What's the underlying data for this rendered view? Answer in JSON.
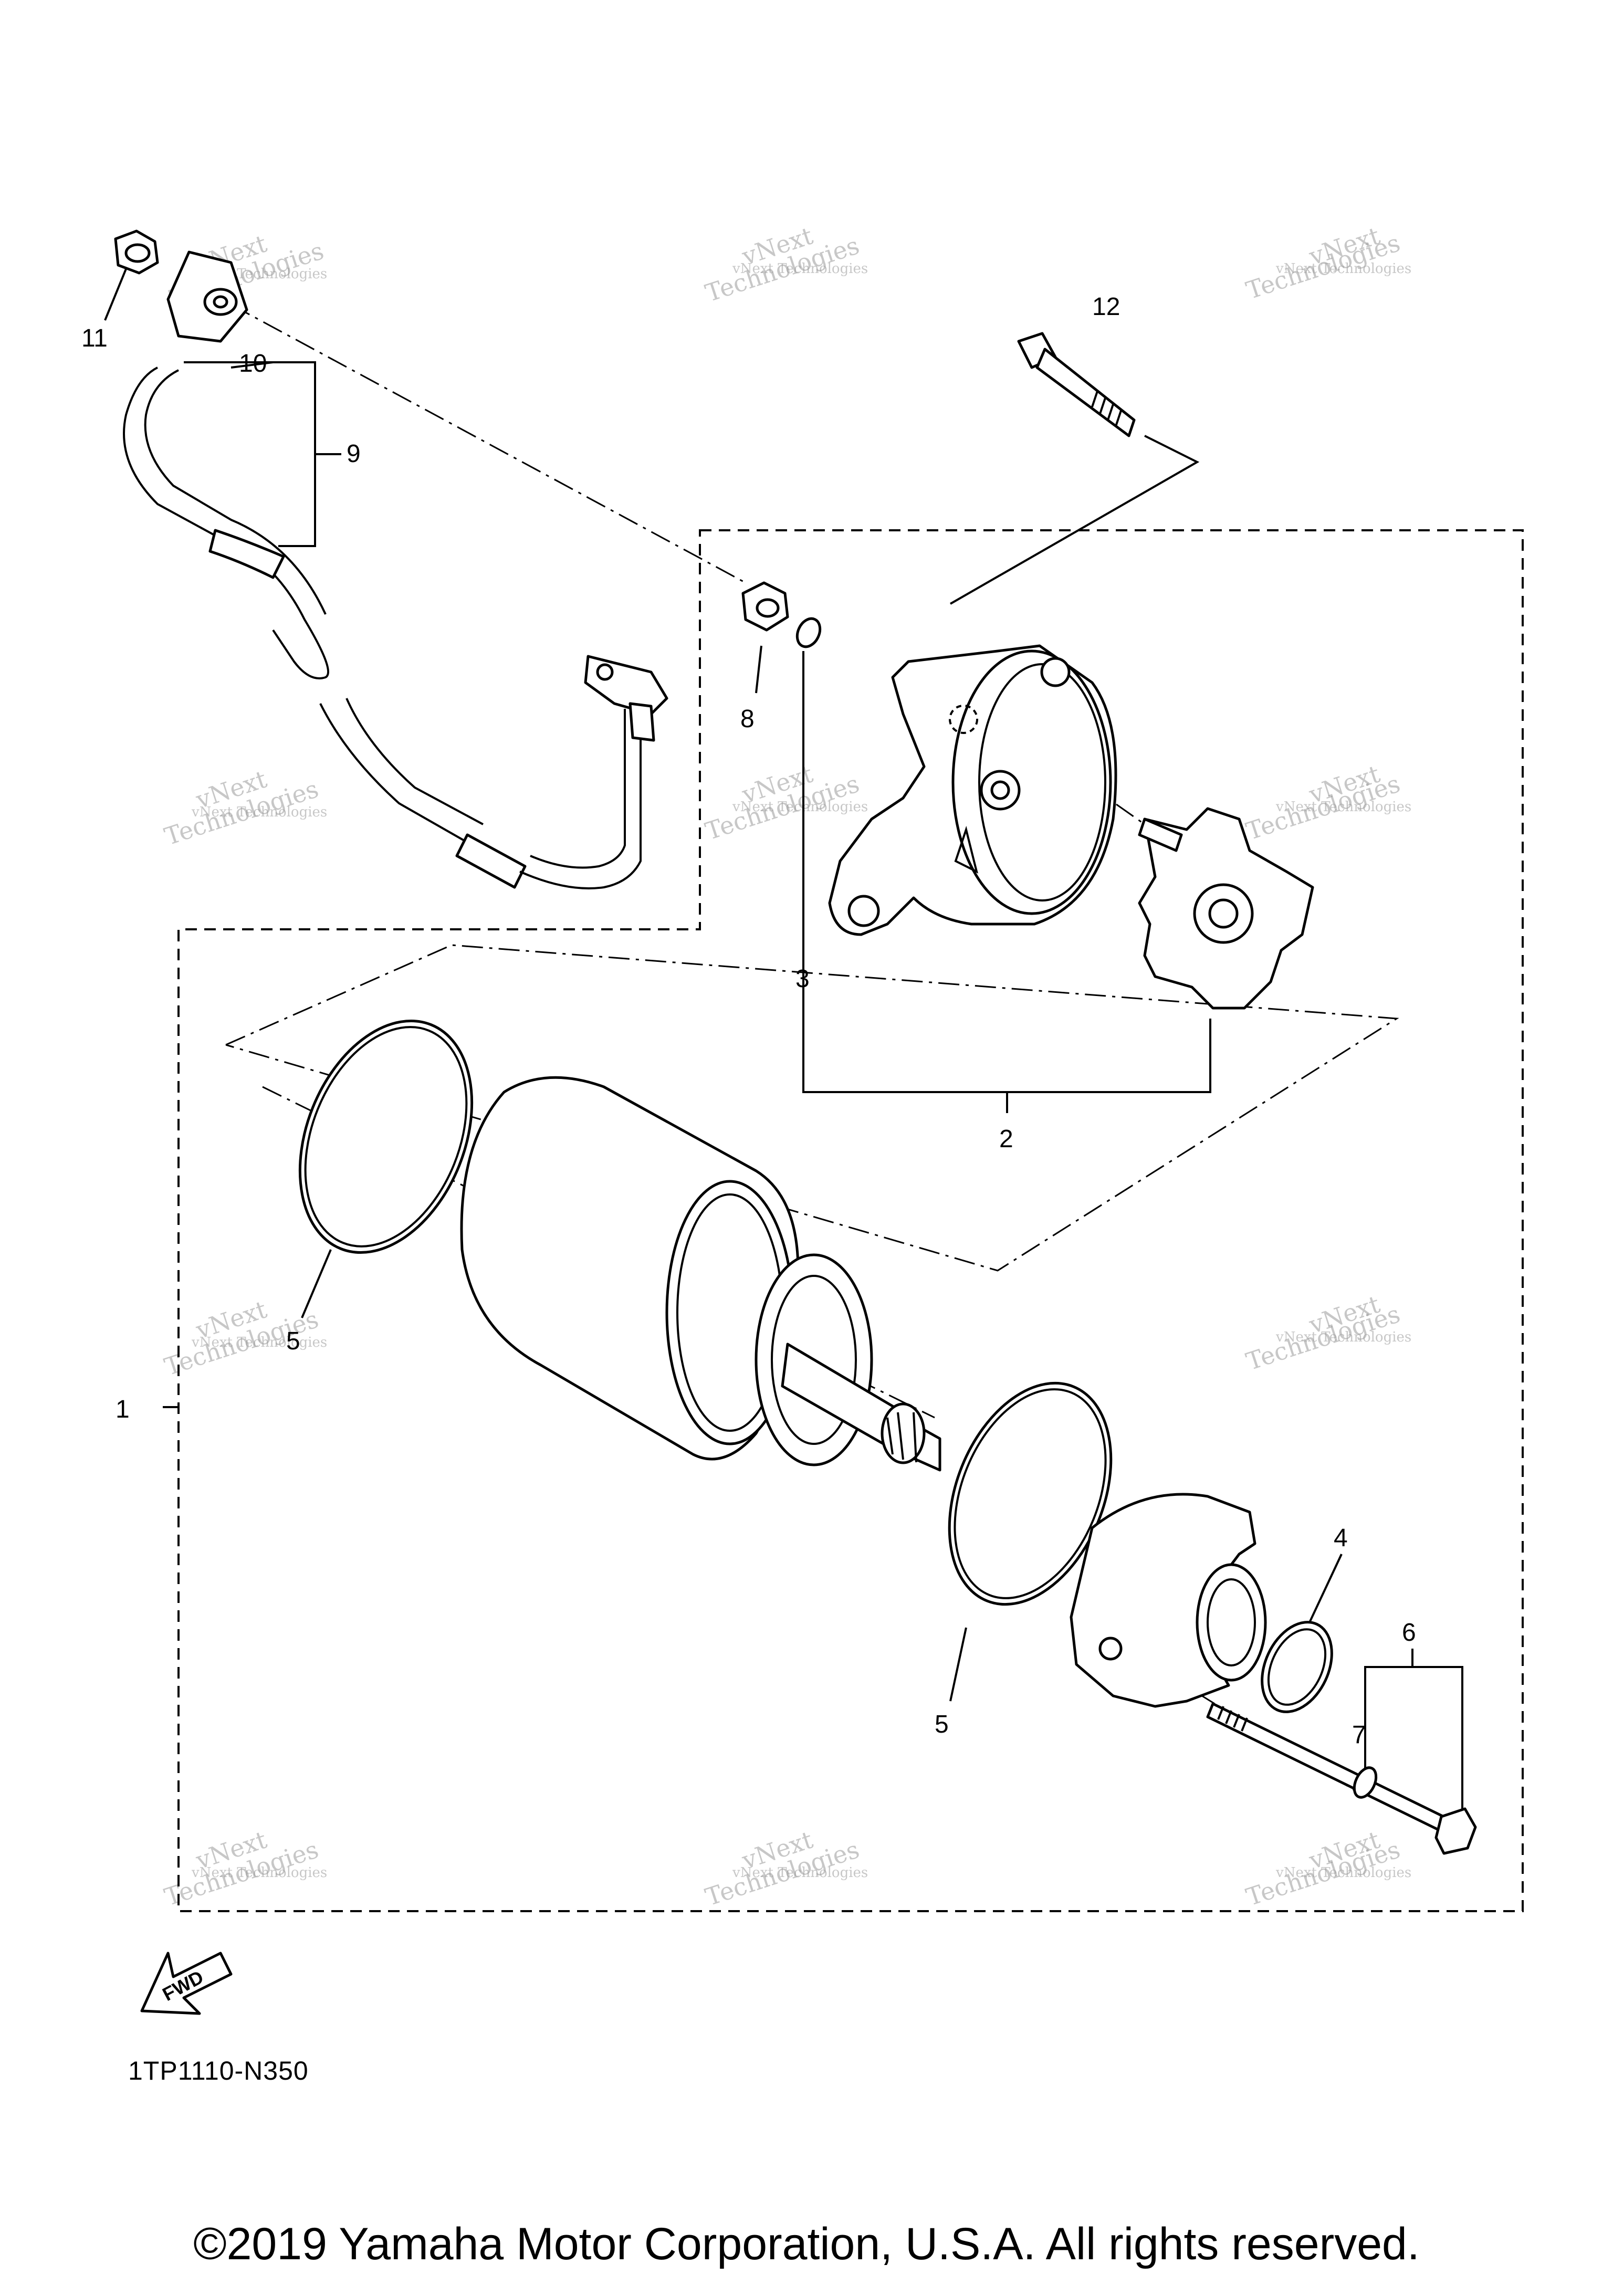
{
  "callouts": {
    "c1": "1",
    "c2": "2",
    "c3": "3",
    "c4": "4",
    "c5a": "5",
    "c5b": "5",
    "c6": "6",
    "c7": "7",
    "c8": "8",
    "c9": "9",
    "c10": "10",
    "c11": "11",
    "c12": "12"
  },
  "watermark": {
    "line1": "vNext Technologies",
    "line2": "vNext",
    "line3": "Technologies"
  },
  "fwd_label": "FWD",
  "part_code": "1TP1110-N350",
  "copyright": "©2019 Yamaha Motor Corporation, U.S.A. All rights reserved.",
  "icons": {
    "fwd": "fwd-arrow-icon"
  },
  "colors": {
    "ink": "#000000",
    "watermark": "#9a9a9a",
    "background": "#ffffff"
  }
}
